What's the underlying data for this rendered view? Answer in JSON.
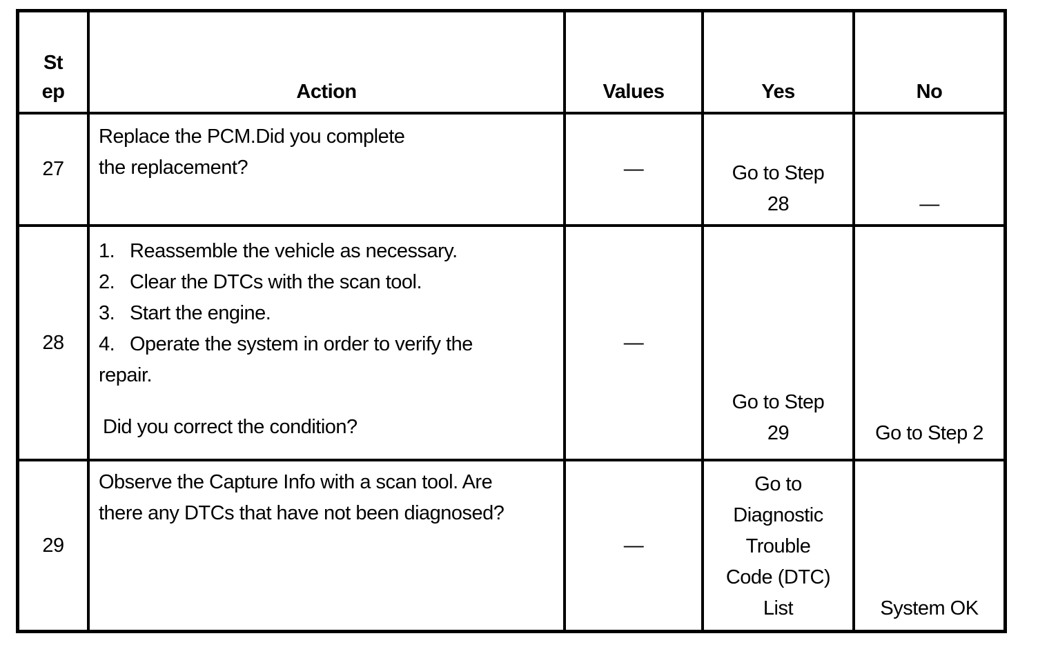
{
  "colors": {
    "border": "#000000",
    "background": "#ffffff",
    "text": "#000000"
  },
  "table": {
    "header": {
      "step_line1": "St",
      "step_line2": "ep",
      "action": "Action",
      "values": "Values",
      "yes": "Yes",
      "no": "No"
    },
    "rows": [
      {
        "step": "27",
        "action_lines": [
          "Replace the PCM.Did you complete",
          "the replacement?"
        ],
        "values": "—",
        "yes_lines": [
          "Go to Step",
          "28"
        ],
        "no": "—"
      },
      {
        "step": "28",
        "list": [
          {
            "num": "1.",
            "text": "Reassemble the vehicle as necessary."
          },
          {
            "num": "2.",
            "text": "Clear the DTCs with the scan tool."
          },
          {
            "num": "3.",
            "text": "Start the engine."
          },
          {
            "num": "4.",
            "text": "Operate the system in order to verify the"
          }
        ],
        "wrap": "repair.",
        "question": "Did you correct the condition?",
        "values": "—",
        "yes_lines": [
          "Go to Step",
          "29"
        ],
        "no": "Go to Step 2"
      },
      {
        "step": "29",
        "action_lines": [
          "Observe the Capture Info with a scan tool. Are",
          "there any DTCs that have not been diagnosed?"
        ],
        "values": "—",
        "yes_lines": [
          "Go to",
          "Diagnostic",
          "Trouble",
          "Code (DTC)",
          "List"
        ],
        "no": "System OK"
      }
    ]
  }
}
